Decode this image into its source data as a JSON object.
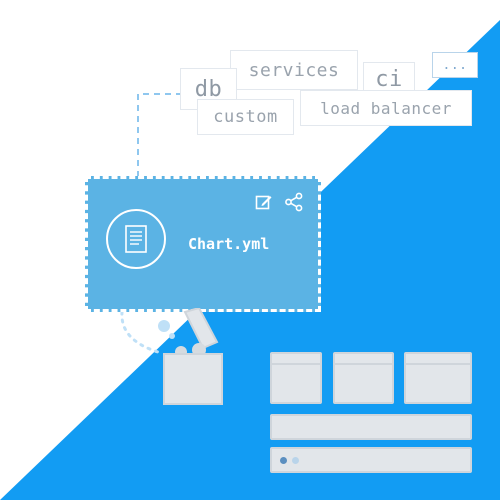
{
  "tags": {
    "db": "db",
    "services": "services",
    "ci": "ci",
    "more": "...",
    "custom": "custom",
    "load_balancer": "load balancer"
  },
  "chart_card": {
    "filename": "Chart.yml",
    "icons": [
      "file-icon",
      "edit-icon",
      "share-icon"
    ]
  },
  "colors": {
    "accent_blue": "#129cf3",
    "card_blue": "#5bb3e4",
    "tag_text": "#9aa3ad",
    "tag_border": "#e3e8ee",
    "box_gray": "#e2e6ea"
  }
}
